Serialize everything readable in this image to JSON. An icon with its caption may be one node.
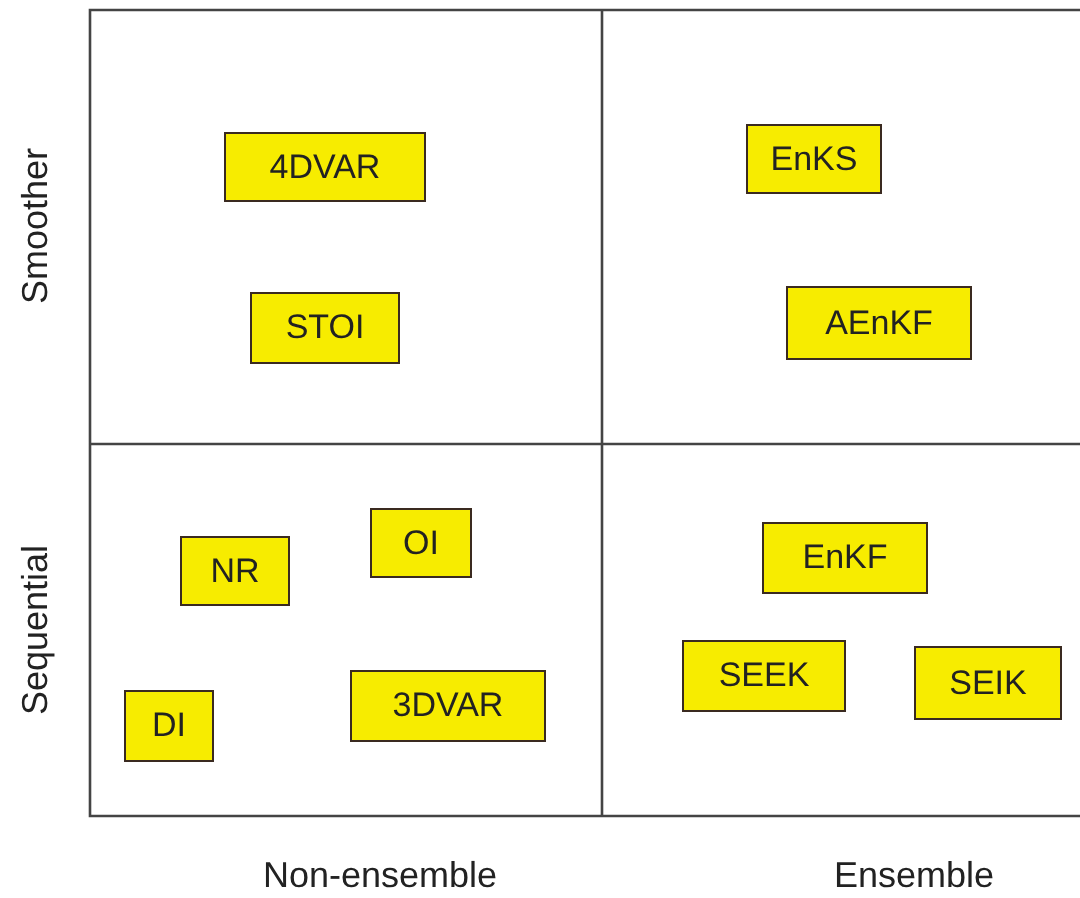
{
  "diagram": {
    "nodes": [
      {
        "text": [
          "4DVAR"
        ]
      },
      {
        "text": [
          "STOI"
        ]
      },
      {
        "text": [
          "EnKS"
        ]
      },
      {
        "text": [
          "AEnKF"
        ]
      },
      {
        "text": [
          "NR"
        ]
      },
      {
        "text": [
          "OI"
        ]
      },
      {
        "text": [
          "DI"
        ]
      },
      {
        "text": [
          "3DVAR"
        ]
      },
      {
        "text": [
          "EnKF"
        ]
      },
      {
        "text": [
          "SEEK"
        ]
      },
      {
        "text": [
          "SEIK"
        ]
      }
    ],
    "labels": [
      "Smoother",
      "Sequential",
      "Non-ensemble",
      "Ensemble"
    ]
  }
}
